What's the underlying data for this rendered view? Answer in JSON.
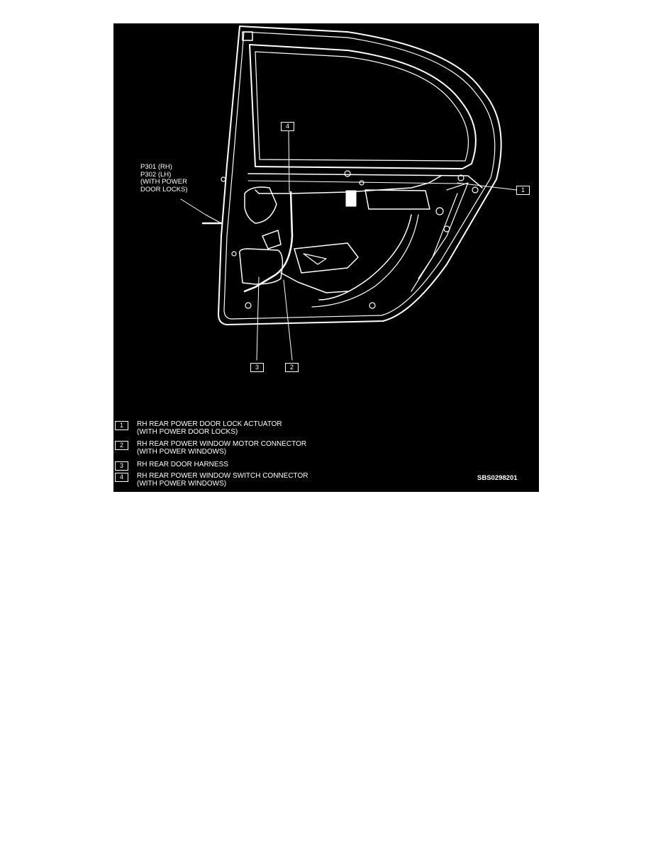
{
  "figure": {
    "connector_label": [
      "P301 (RH)",
      "P302 (LH)",
      "(WITH POWER",
      "DOOR LOCKS)"
    ],
    "callouts": [
      "1",
      "2",
      "3",
      "4"
    ],
    "legend": [
      {
        "number": "1",
        "lines": [
          "RH REAR POWER DOOR LOCK ACTUATOR",
          "(WITH POWER DOOR LOCKS)"
        ]
      },
      {
        "number": "2",
        "lines": [
          "RH REAR POWER WINDOW MOTOR CONNECTOR",
          "(WITH POWER WINDOWS)"
        ]
      },
      {
        "number": "3",
        "lines": [
          "RH REAR DOOR HARNESS"
        ]
      },
      {
        "number": "4",
        "lines": [
          "RH REAR POWER WINDOW SWITCH CONNECTOR",
          "(WITH POWER WINDOWS)"
        ]
      }
    ],
    "figure_code": "SBS0298201"
  }
}
